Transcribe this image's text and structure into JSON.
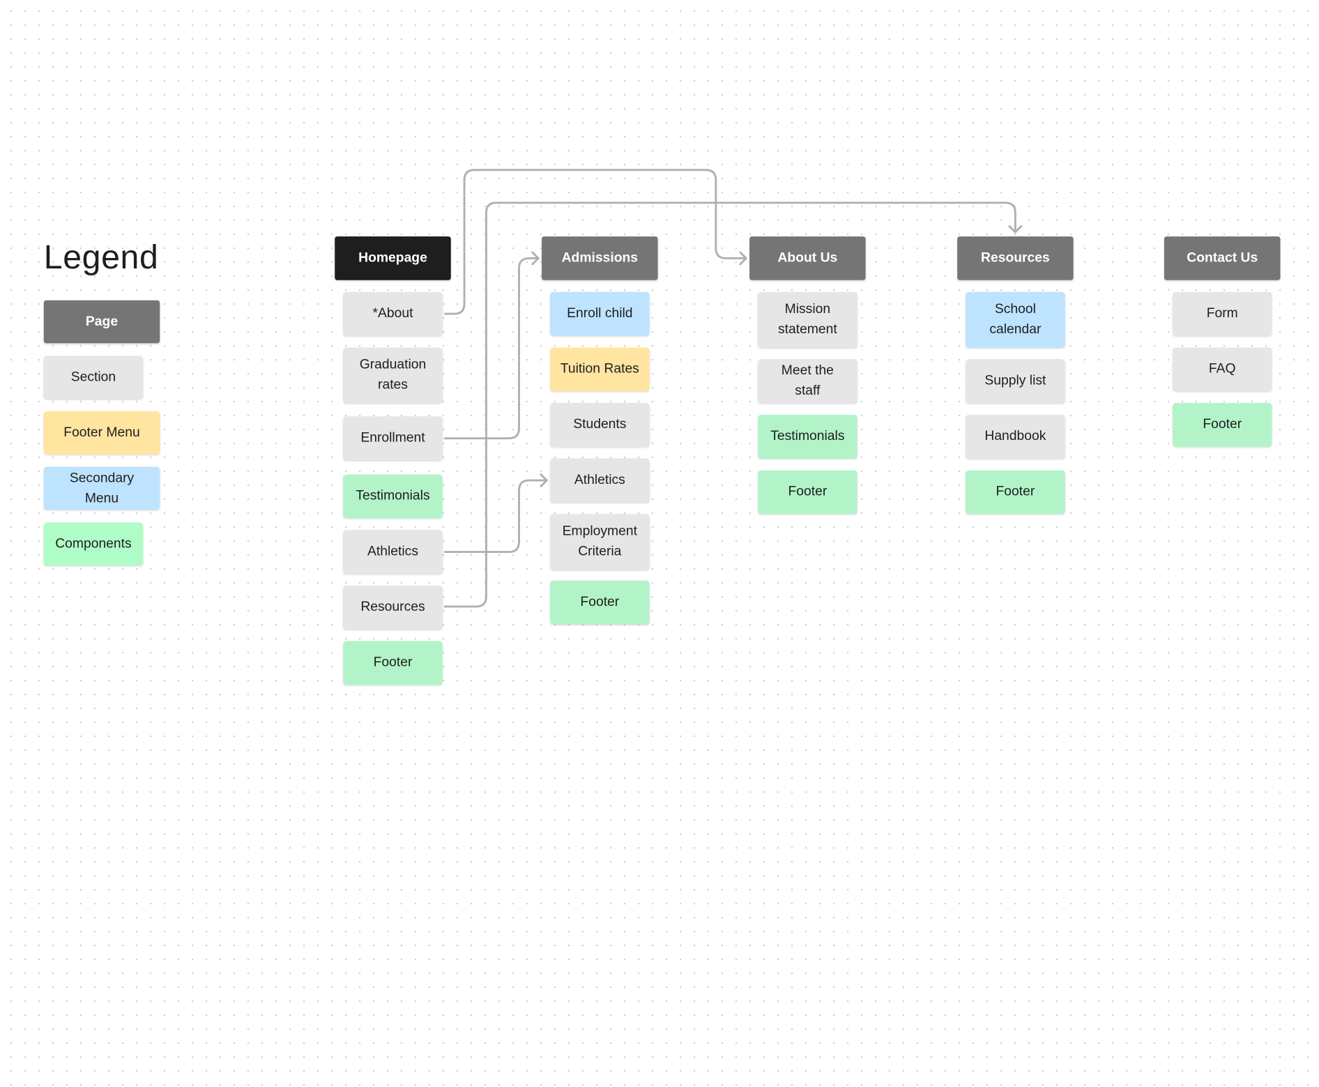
{
  "legend": {
    "title": "Legend",
    "items": [
      {
        "label": "Page",
        "color": "#757575"
      },
      {
        "label": "Section",
        "color": "#e6e6e6"
      },
      {
        "label": "Footer Menu",
        "color": "#ffe5a0"
      },
      {
        "label": "Secondary Menu",
        "color": "#bde3ff"
      },
      {
        "label": "Components",
        "color": "#affdc6"
      }
    ]
  },
  "colors": {
    "homepage": "#1e1e1e",
    "page": "#757575",
    "section": "#e6e6e6",
    "footer_menu": "#ffe5a0",
    "secondary_menu": "#bde3ff",
    "component": "#b2f4c8",
    "connector": "#b0b0b0"
  },
  "columns": [
    {
      "page": "Homepage",
      "items": [
        {
          "label": "*About",
          "kind": "section"
        },
        {
          "label": "Graduation rates",
          "kind": "section"
        },
        {
          "label": "Enrollment",
          "kind": "section"
        },
        {
          "label": "Testimonials",
          "kind": "component"
        },
        {
          "label": "Athletics",
          "kind": "section"
        },
        {
          "label": "Resources",
          "kind": "section"
        },
        {
          "label": "Footer",
          "kind": "component"
        }
      ]
    },
    {
      "page": "Admissions",
      "items": [
        {
          "label": "Enroll child",
          "kind": "secondary_menu"
        },
        {
          "label": "Tuition Rates",
          "kind": "footer_menu"
        },
        {
          "label": "Students",
          "kind": "section"
        },
        {
          "label": "Athletics",
          "kind": "section"
        },
        {
          "label": "Employment Criteria",
          "kind": "section"
        },
        {
          "label": "Footer",
          "kind": "component"
        }
      ]
    },
    {
      "page": "About Us",
      "items": [
        {
          "label": "Mission statement",
          "kind": "section"
        },
        {
          "label": "Meet the staff",
          "kind": "section"
        },
        {
          "label": "Testimonials",
          "kind": "component"
        },
        {
          "label": "Footer",
          "kind": "component"
        }
      ]
    },
    {
      "page": "Resources",
      "items": [
        {
          "label": "School calendar",
          "kind": "secondary_menu"
        },
        {
          "label": "Supply list",
          "kind": "section"
        },
        {
          "label": "Handbook",
          "kind": "section"
        },
        {
          "label": "Footer",
          "kind": "component"
        }
      ]
    },
    {
      "page": "Contact Us",
      "items": [
        {
          "label": "Form",
          "kind": "section"
        },
        {
          "label": "FAQ",
          "kind": "section"
        },
        {
          "label": "Footer",
          "kind": "component"
        }
      ]
    }
  ],
  "links": [
    {
      "from": "Homepage / *About",
      "to": "About Us"
    },
    {
      "from": "Homepage / Enrollment",
      "to": "Admissions"
    },
    {
      "from": "Homepage / Athletics",
      "to": "Admissions / Athletics"
    },
    {
      "from": "Homepage / Resources",
      "to": "Resources"
    }
  ]
}
